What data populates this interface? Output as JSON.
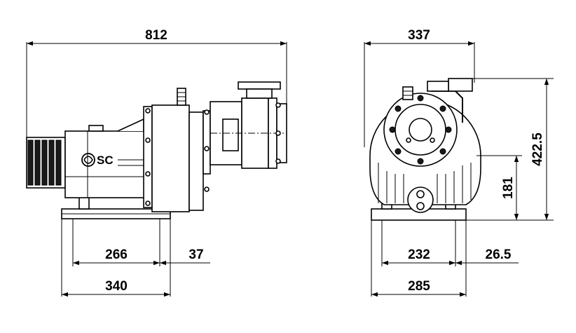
{
  "drawing": {
    "logo": "SC",
    "side_view": {
      "overall_length": "812",
      "base_slot_span": "266",
      "base_offset": "37",
      "base_length": "340"
    },
    "end_view": {
      "overall_width": "337",
      "overall_height": "422.5",
      "shaft_height": "181",
      "base_slot_span": "232",
      "base_offset": "26.5",
      "base_width": "285"
    }
  }
}
